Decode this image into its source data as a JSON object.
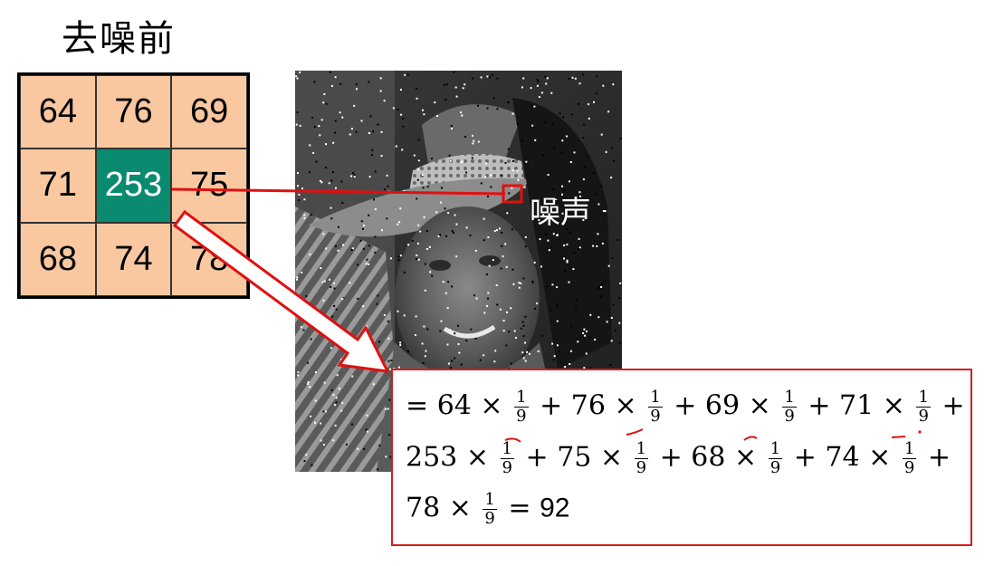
{
  "title": "去噪前",
  "grid": {
    "cells": [
      "64",
      "76",
      "69",
      "71",
      "253",
      "75",
      "68",
      "74",
      "78"
    ],
    "center_color": "#0a8a6e",
    "cell_color": "#f9c8a0"
  },
  "noise_label": "噪声",
  "formula": {
    "line1": {
      "eq": "=",
      "terms": [
        "64",
        "76",
        "69",
        "71"
      ],
      "times": "×",
      "plus": "+",
      "frac_num": "1",
      "frac_den": "9"
    },
    "line2": {
      "terms": [
        "253",
        "75",
        "68",
        "74"
      ]
    },
    "line3": {
      "term": "78",
      "eq": "=",
      "result": "92"
    }
  },
  "colors": {
    "highlight_red": "#e01010",
    "box_red": "#d41c1c"
  }
}
